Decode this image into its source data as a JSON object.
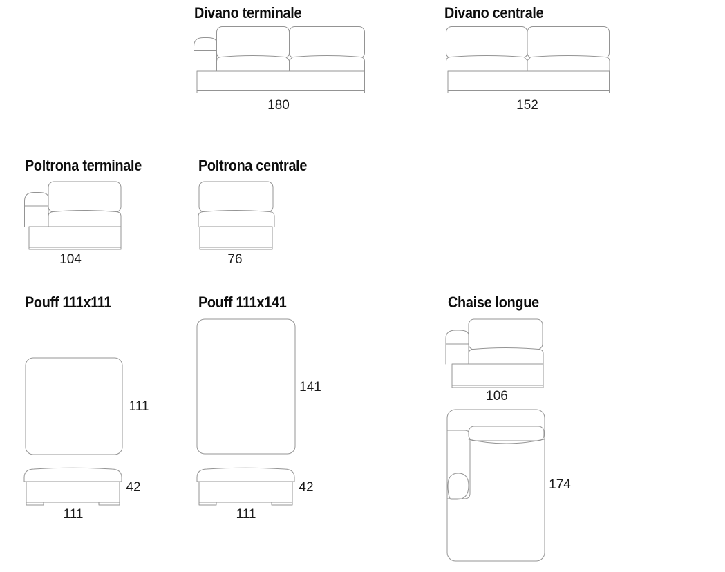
{
  "page": {
    "background": "#ffffff",
    "line_color": "#949494",
    "title_color": "#0d0d0d",
    "number_color": "#1b1b1b"
  },
  "modules": {
    "divano_terminale": {
      "title": "Divano terminale",
      "width": "180"
    },
    "divano_centrale": {
      "title": "Divano centrale",
      "width": "152"
    },
    "poltrona_terminale": {
      "title": "Poltrona terminale",
      "width": "104"
    },
    "poltrona_centrale": {
      "title": "Poltrona centrale",
      "width": "76"
    },
    "pouff_111x111": {
      "title": "Pouff 111x111",
      "depth": "111",
      "height": "42",
      "width": "111"
    },
    "pouff_111x141": {
      "title": "Pouff 111x141",
      "depth": "141",
      "height": "42",
      "width": "111"
    },
    "chaise_longue": {
      "title": "Chaise longue",
      "width": "106",
      "depth": "174"
    }
  }
}
